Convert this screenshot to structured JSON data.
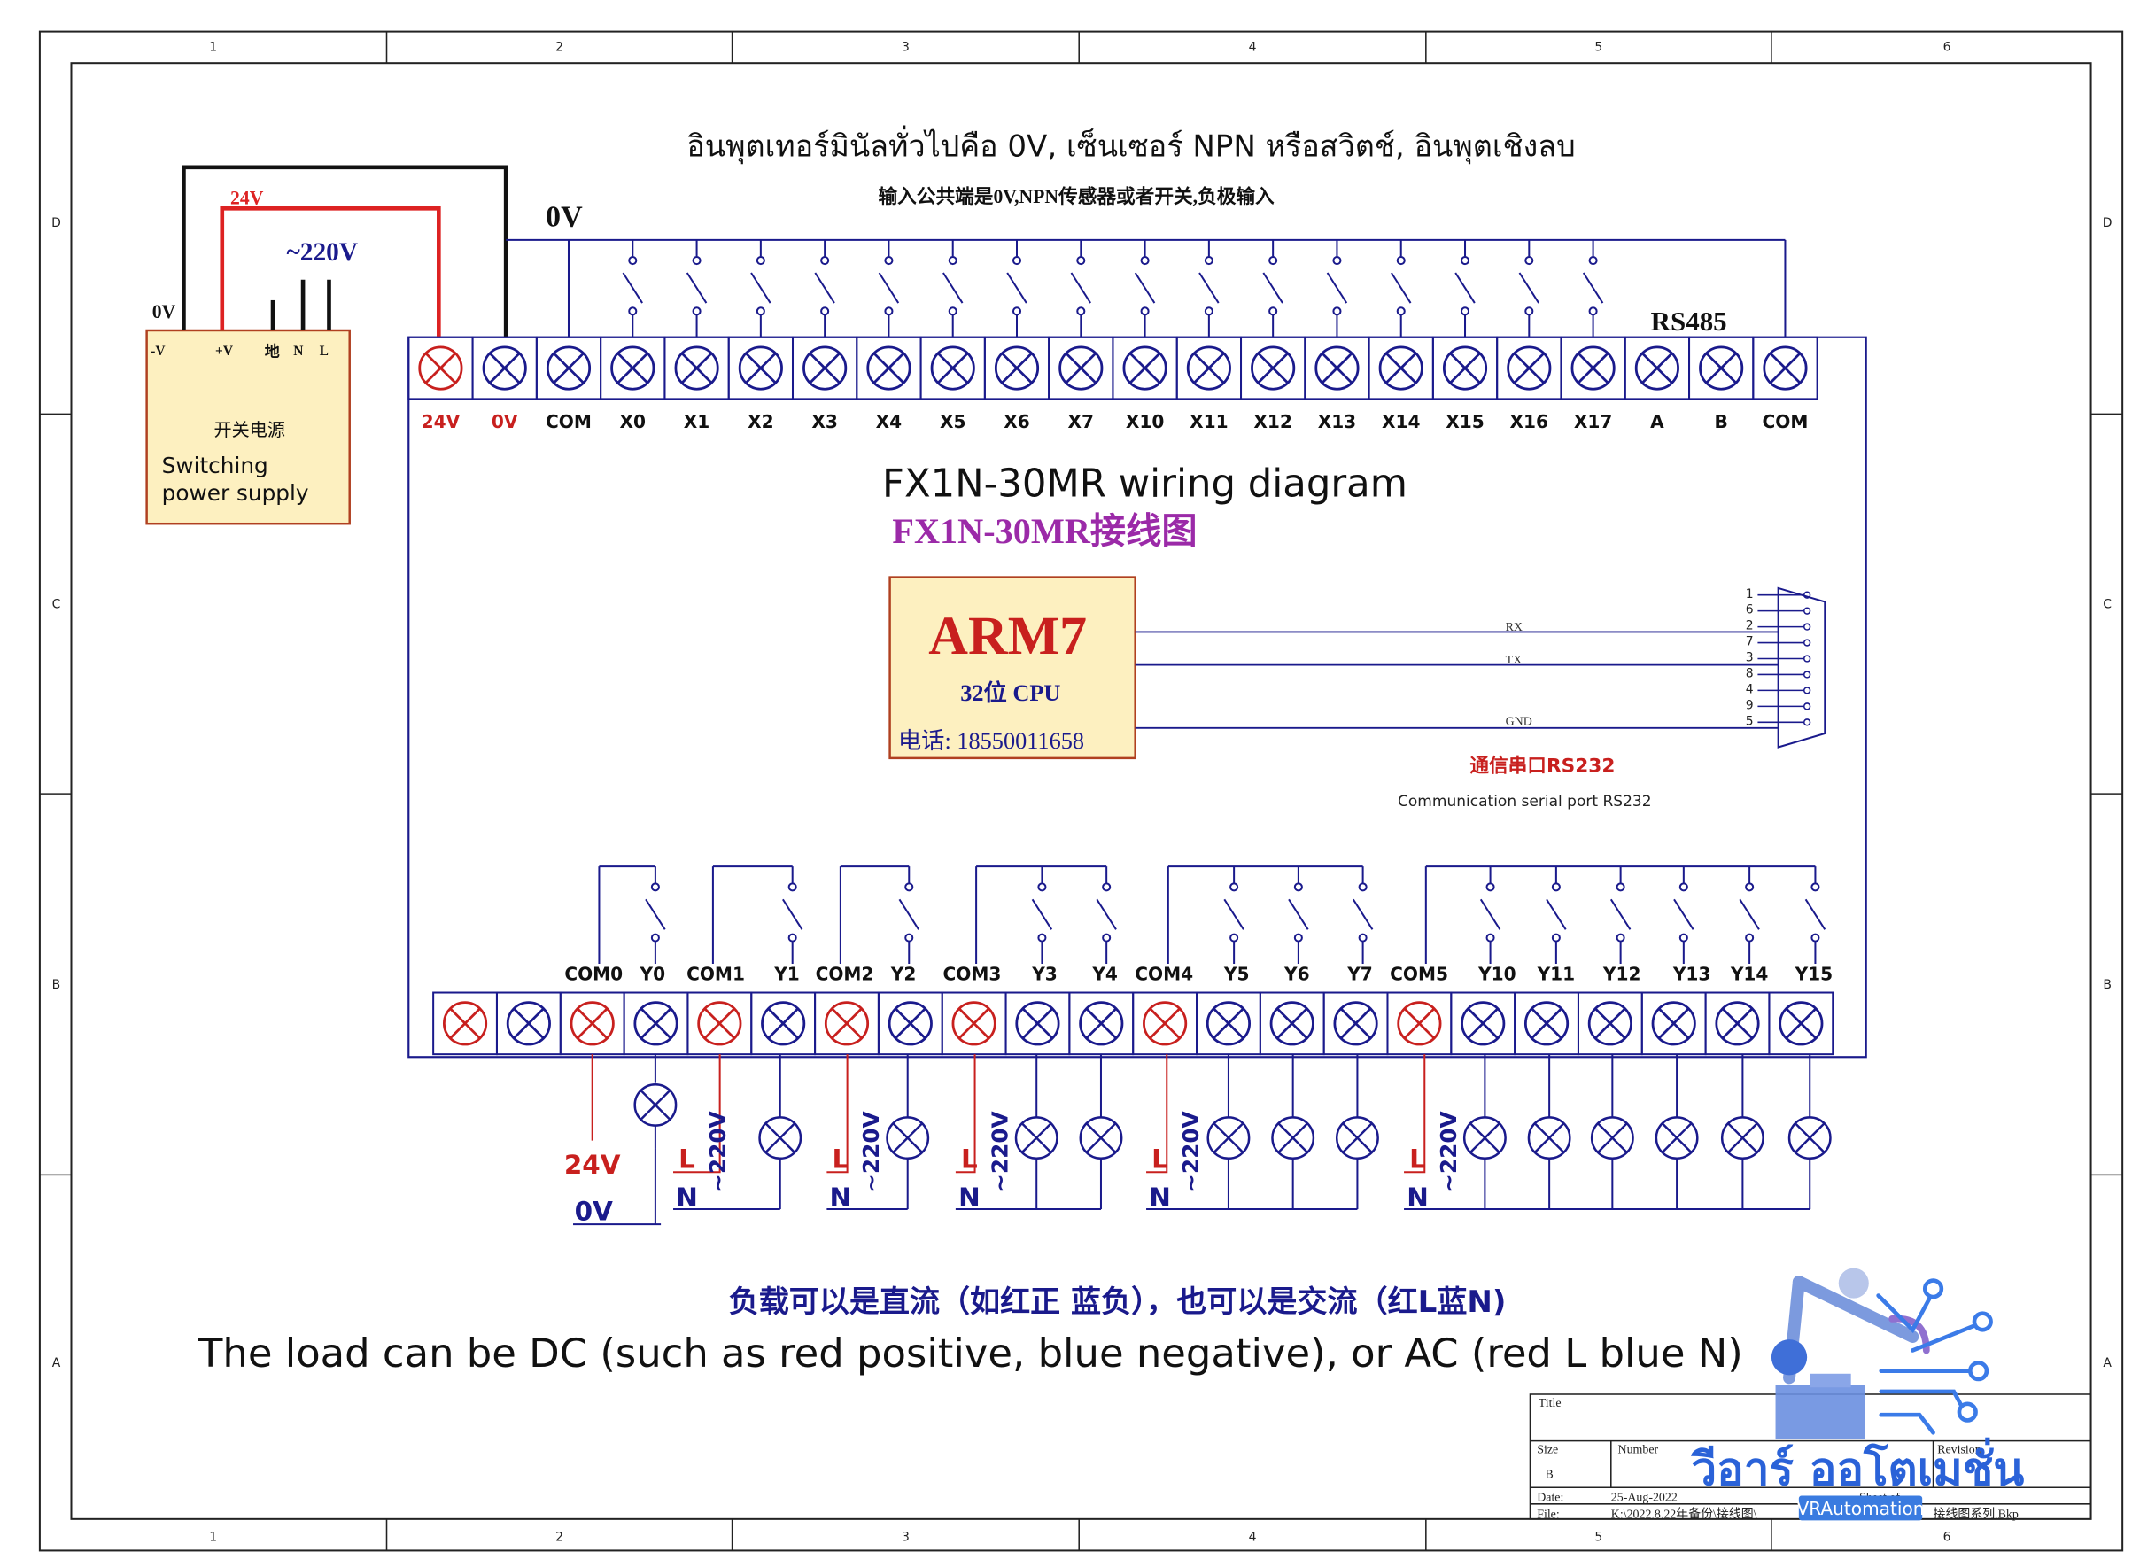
{
  "header": {
    "thai": "อินพุตเทอร์มินัลทั่วไปคือ 0V, เซ็นเซอร์ NPN หรือสวิตช์, อินพุตเชิงลบ",
    "chinese": "输入公共端是0V,NPN传感器或者开关,负极输入"
  },
  "border": {
    "columns": [
      "1",
      "2",
      "3",
      "4",
      "5",
      "6"
    ],
    "rows": [
      "D",
      "C",
      "B",
      "A"
    ]
  },
  "power_supply": {
    "label_0v": "0V",
    "label_24v": "24V",
    "label_220v": "~220V",
    "terminals": [
      "-V",
      "+V",
      "地",
      "N",
      "L"
    ],
    "title_cn": "开关电源",
    "title_en_1": "Switching",
    "title_en_2": "power supply"
  },
  "common_0v_label": "0V",
  "rs485_label": "RS485",
  "top_terminals": [
    "24V",
    "0V",
    "COM",
    "X0",
    "X1",
    "X2",
    "X3",
    "X4",
    "X5",
    "X6",
    "X7",
    "X10",
    "X11",
    "X12",
    "X13",
    "X14",
    "X15",
    "X16",
    "X17",
    "A",
    "B",
    "COM"
  ],
  "title": {
    "en": "FX1N-30MR wiring diagram",
    "cn": "FX1N-30MR接线图"
  },
  "cpu": {
    "name": "ARM7",
    "sub": "32位 CPU",
    "phone": "电话: 18550011658"
  },
  "serial": {
    "pins": [
      "1",
      "6",
      "2",
      "7",
      "3",
      "8",
      "4",
      "9",
      "5"
    ],
    "rx": "RX",
    "tx": "TX",
    "gnd": "GND",
    "label_cn": "通信串口RS232",
    "label_en": "Communication serial port RS232"
  },
  "output_labels": [
    "COM0",
    "Y0",
    "COM1",
    "Y1",
    "COM2",
    "Y2",
    "COM3",
    "Y3",
    "Y4",
    "COM4",
    "Y5",
    "Y6",
    "Y7",
    "COM5",
    "Y10",
    "Y11",
    "Y12",
    "Y13",
    "Y14",
    "Y15"
  ],
  "load": {
    "dc_pos": "24V",
    "dc_neg": "0V",
    "line": "L",
    "neutral": "N",
    "ac": "~220V"
  },
  "footer": {
    "cn": "负载可以是直流（如红正 蓝负），也可以是交流（红L蓝N)",
    "en": "The load can be DC (such as red positive, blue negative), or AC (red L blue N)"
  },
  "title_block": {
    "title_label": "Title",
    "size_label": "Size",
    "size_value": "B",
    "number_label": "Number",
    "revision_label": "Revision",
    "date_label": "Date:",
    "date_value": "25-Aug-2022",
    "file_label": "File:",
    "file_value": "K:\\2022.8.22年备份\\接线图\\",
    "file_tail": "接线图系列.Bkp",
    "sheet_label": "Sheet of"
  },
  "watermark": {
    "brand_thai": "วีอาร์ ออโตเมชั่น",
    "brand_en": "VRAutomation"
  },
  "colors": {
    "blue": "#1a1a8c",
    "red": "#c8201e",
    "purple": "#9b2aa8",
    "box_fill": "#fdf0c0",
    "box_border": "#b04020"
  }
}
